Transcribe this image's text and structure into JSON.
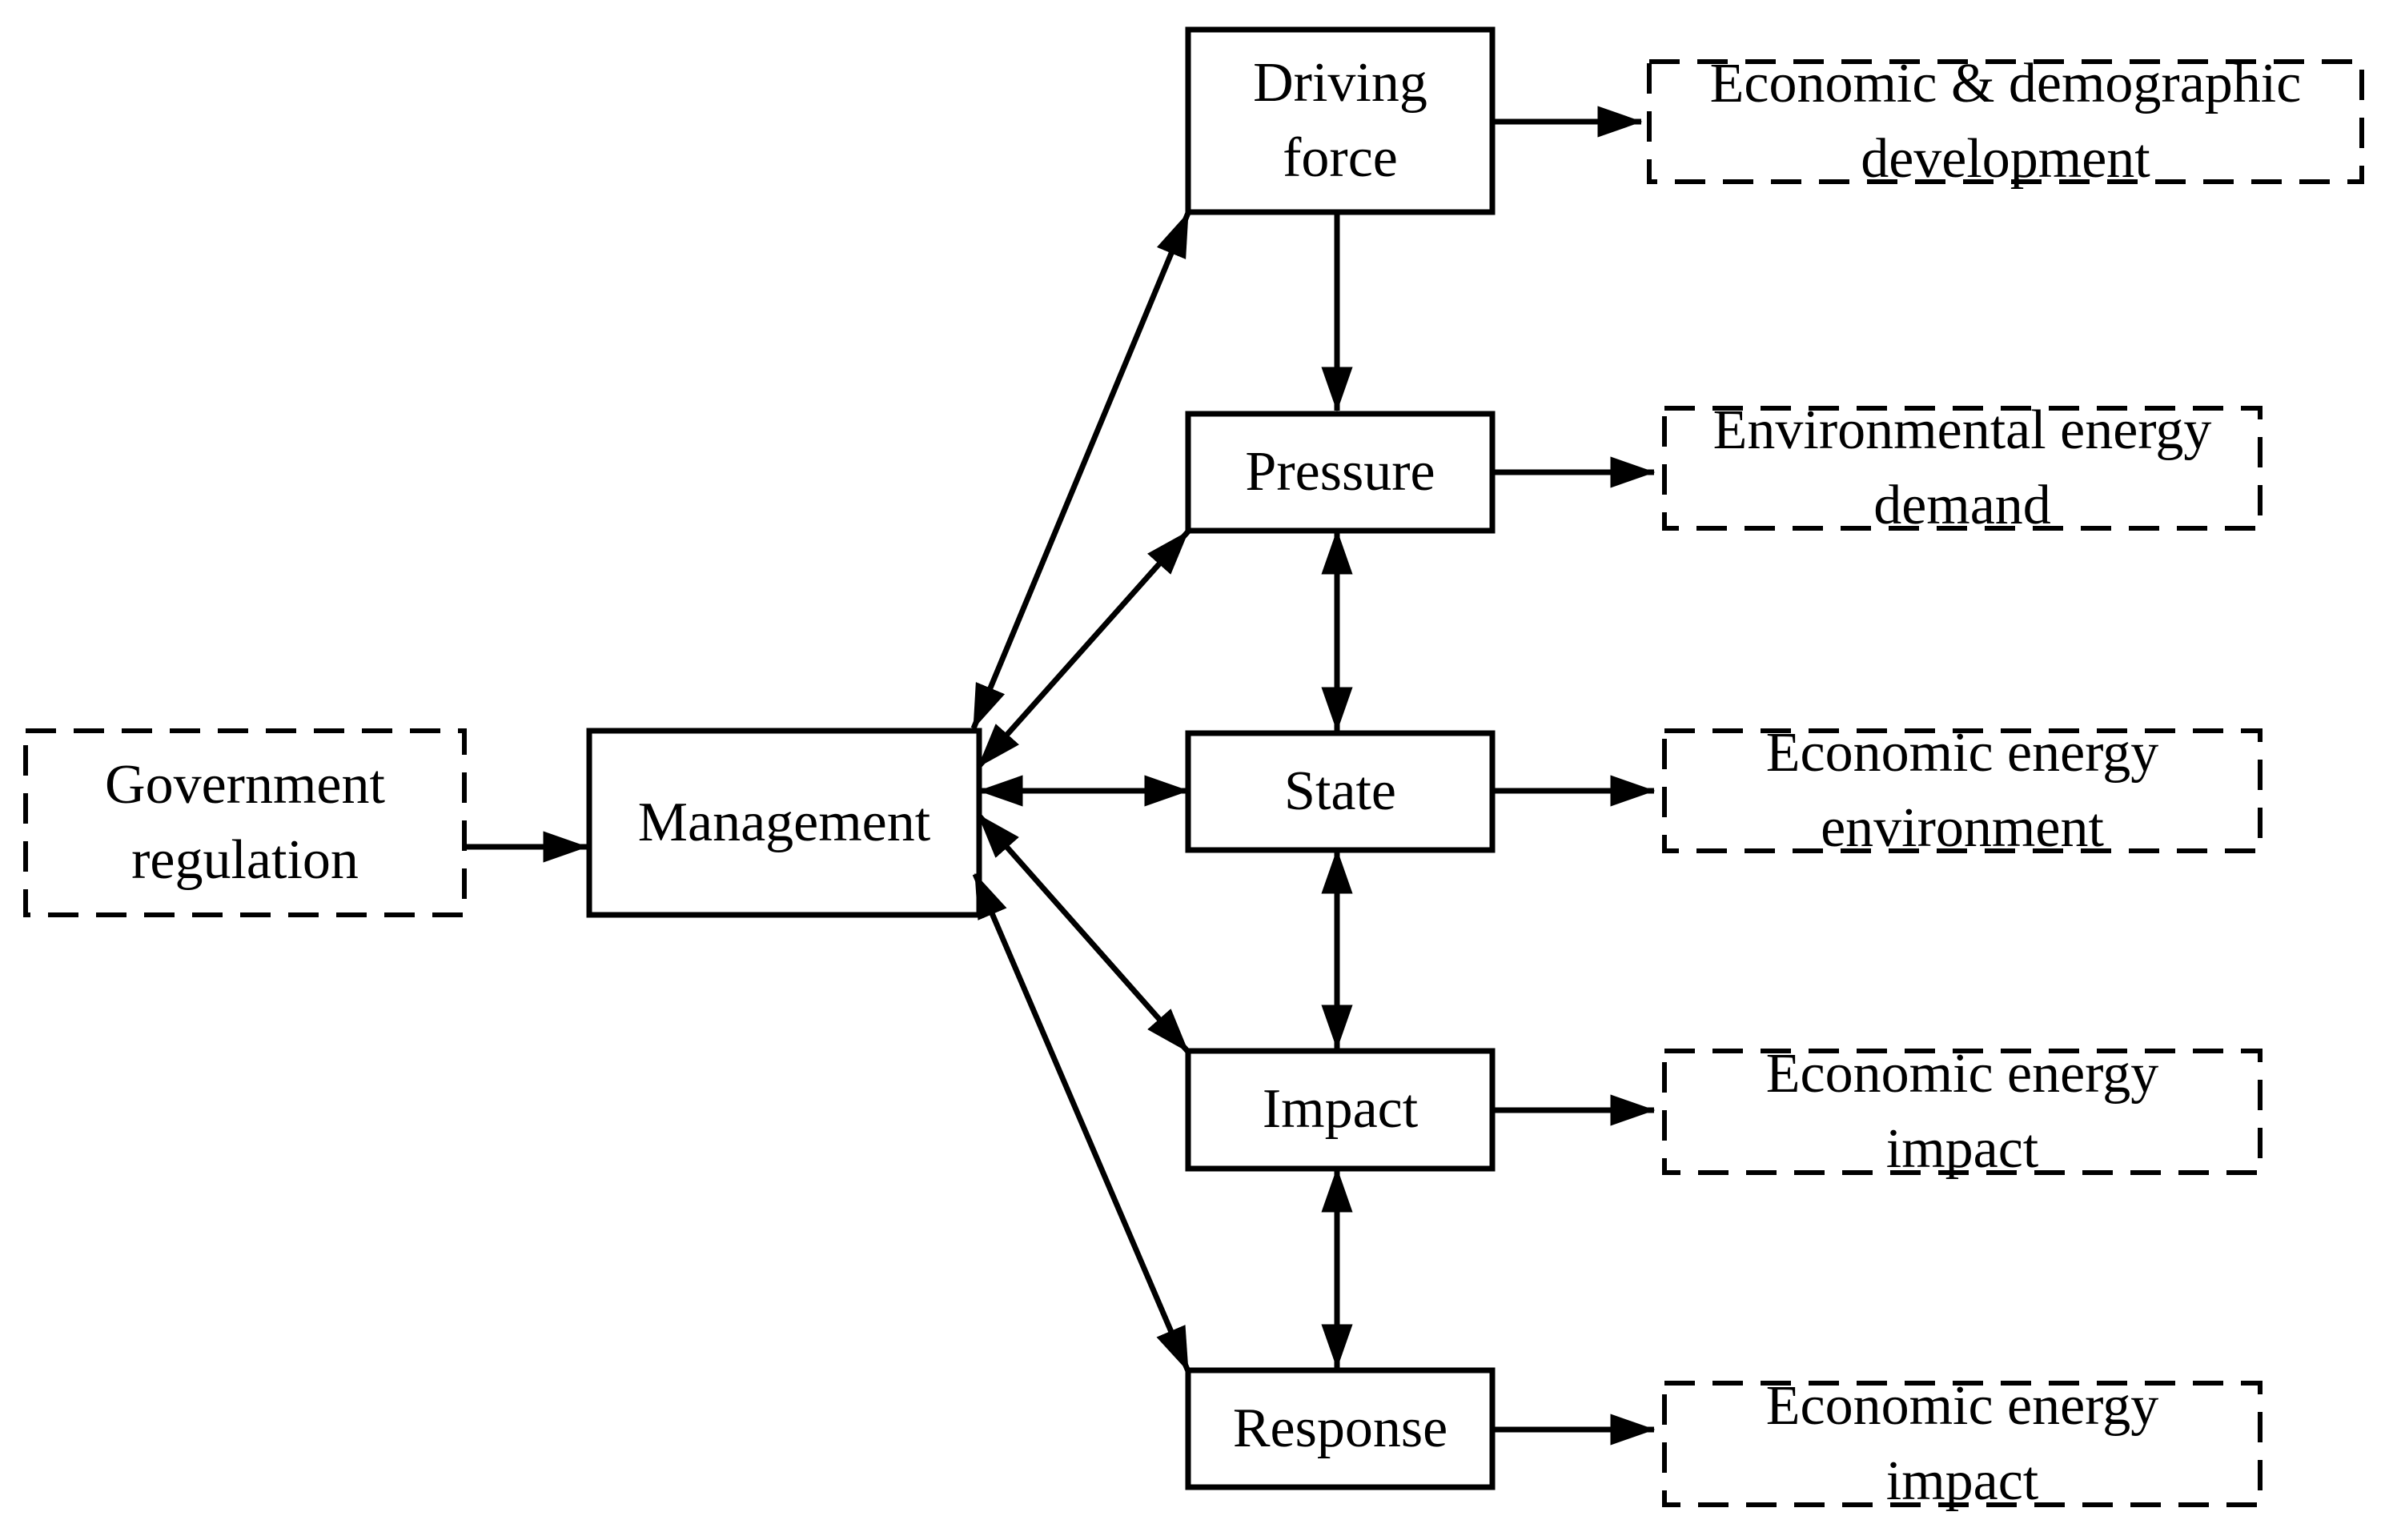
{
  "diagram": {
    "colors": {
      "ink": "#000000",
      "background": "#ffffff"
    },
    "nodes": {
      "government_regulation": {
        "style": "dashed",
        "lines": [
          "Government",
          "regulation"
        ]
      },
      "management": {
        "style": "solid",
        "lines": [
          "Management"
        ]
      },
      "driving_force": {
        "style": "solid",
        "lines": [
          "Driving",
          "force"
        ]
      },
      "pressure": {
        "style": "solid",
        "lines": [
          "Pressure"
        ]
      },
      "state": {
        "style": "solid",
        "lines": [
          "State"
        ]
      },
      "impact": {
        "style": "solid",
        "lines": [
          "Impact"
        ]
      },
      "response": {
        "style": "solid",
        "lines": [
          "Response"
        ]
      },
      "economic_demographic_development": {
        "style": "dashed",
        "lines": [
          "Economic & demographic",
          "development"
        ]
      },
      "environmental_energy_demand": {
        "style": "dashed",
        "lines": [
          "Environmental energy",
          "demand"
        ]
      },
      "economic_energy_environment": {
        "style": "dashed",
        "lines": [
          "Economic energy",
          "environment"
        ]
      },
      "economic_energy_impact_1": {
        "style": "dashed",
        "lines": [
          "Economic energy",
          "impact"
        ]
      },
      "economic_energy_impact_2": {
        "style": "dashed",
        "lines": [
          "Economic energy",
          "impact"
        ]
      }
    },
    "edges": [
      {
        "from": "Government regulation",
        "to": "Management",
        "direction": "one-way"
      },
      {
        "from": "Management",
        "to": "Driving force",
        "direction": "two-way"
      },
      {
        "from": "Management",
        "to": "Pressure",
        "direction": "two-way"
      },
      {
        "from": "Management",
        "to": "State",
        "direction": "two-way"
      },
      {
        "from": "Management",
        "to": "Impact",
        "direction": "two-way"
      },
      {
        "from": "Management",
        "to": "Response",
        "direction": "two-way"
      },
      {
        "from": "Driving force",
        "to": "Pressure",
        "direction": "one-way"
      },
      {
        "from": "Pressure",
        "to": "State",
        "direction": "two-way"
      },
      {
        "from": "State",
        "to": "Impact",
        "direction": "two-way"
      },
      {
        "from": "Impact",
        "to": "Response",
        "direction": "two-way"
      },
      {
        "from": "Driving force",
        "to": "Economic & demographic development",
        "direction": "one-way"
      },
      {
        "from": "Pressure",
        "to": "Environmental energy demand",
        "direction": "one-way"
      },
      {
        "from": "State",
        "to": "Economic energy environment",
        "direction": "one-way"
      },
      {
        "from": "Impact",
        "to": "Economic energy impact",
        "direction": "one-way"
      },
      {
        "from": "Response",
        "to": "Economic energy impact",
        "direction": "one-way"
      }
    ]
  }
}
